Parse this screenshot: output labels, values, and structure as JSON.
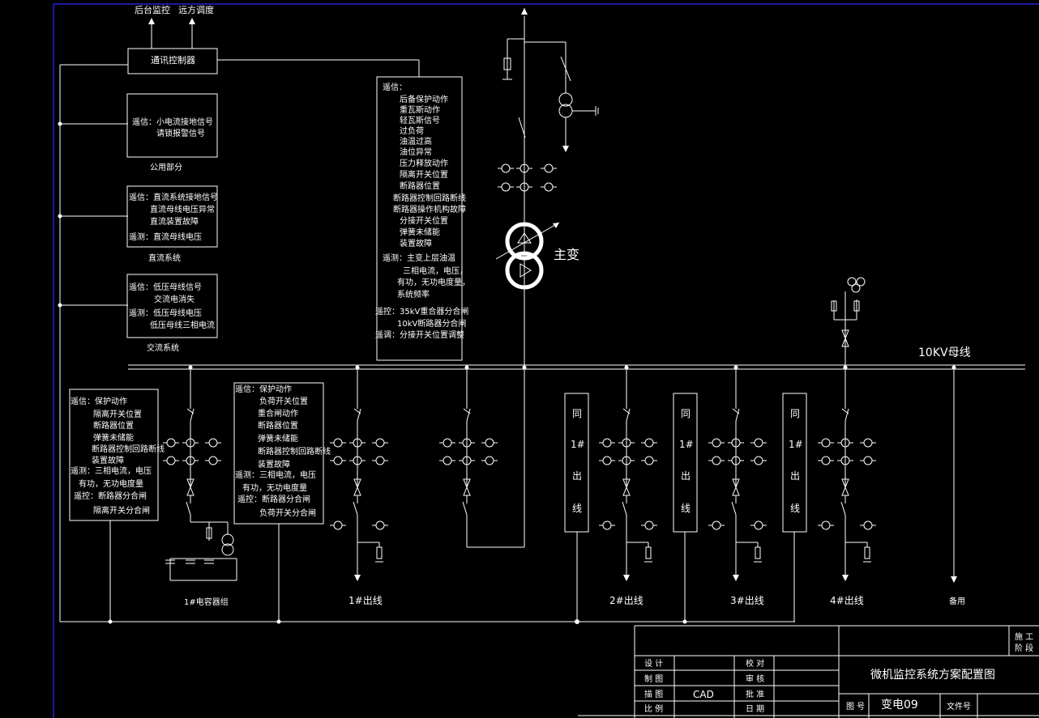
{
  "top_outputs": [
    "后台监控",
    "远方调度"
  ],
  "comm_controller": "通讯控制器",
  "public": {
    "lines": [
      "遥信：小电流接地信号",
      "请锁报警信号"
    ],
    "caption": "公用部分"
  },
  "dc": {
    "lines": [
      "遥信：直流系统接地信号",
      "直流母线电压异常",
      "直流装置故障",
      "遥测：直流母线电压"
    ],
    "caption": "直流系统"
  },
  "ac": {
    "lines": [
      "遥信：低压母线信号",
      "交流电消失",
      "遥测：低压母线电压",
      "低压母线三相电流"
    ],
    "caption": "交流系统"
  },
  "transformer_box": {
    "lines": [
      "遥信：",
      "后备保护动作",
      "重瓦斯动作",
      "轻瓦斯信号",
      "过负荷",
      "油温过高",
      "油位异常",
      "压力释放动作",
      "隔离开关位置",
      "断路器位置",
      "断路器控制回路断线",
      "断路器操作机构故障",
      "分接开关位置",
      "弹簧未储能",
      "装置故障",
      "遥测：主变上层油温",
      "三相电流，电压，",
      "有功，无功电度量，",
      "系统频率",
      "遥控：35kV重合器分合闸",
      "10kV断路器分合闸",
      "遥调：分接开关位置调整"
    ]
  },
  "transformer_label": "主变",
  "bus_label": "10KV母线",
  "cap_box": {
    "lines": [
      "遥信：保护动作",
      "隔离开关位置",
      "断路器位置",
      "弹簧未储能",
      "断路器控制回路断线",
      "装置故障",
      "遥测：三相电流，电压",
      "有功，无功电度量",
      "遥控：断路器分合闸",
      "隔离开关分合闸"
    ]
  },
  "feeder_box": {
    "lines": [
      "遥信：保护动作",
      "负荷开关位置",
      "重合闸动作",
      "断路器位置",
      "弹簧未储能",
      "断路器控制回路断线",
      "装置故障",
      "遥测：三相电流，电压",
      "有功，无功电度量",
      "遥控：断路器分合闸",
      "负荷开关分合闸"
    ]
  },
  "same_feeder_text": [
    "同",
    "1#",
    "出",
    "线"
  ],
  "feeder_labels": [
    "1#电容器组",
    "1#出线",
    "2#出线",
    "3#出线",
    "4#出线",
    "备用"
  ],
  "title_block": {
    "title": "微机监控系统方案配置图",
    "stage": [
      "施 工",
      "阶 段"
    ],
    "rows": [
      {
        "left": "设 计",
        "value": "",
        "right": "校 对"
      },
      {
        "left": "制 图",
        "value": "",
        "right": "审 核"
      },
      {
        "left": "描 图",
        "value": "CAD",
        "right": "批 准"
      },
      {
        "left": "比 例",
        "value": "",
        "right": "日 期"
      }
    ],
    "drawing_no_label": "图 号",
    "drawing_no": "变电09",
    "file_no_label": "文件号"
  }
}
